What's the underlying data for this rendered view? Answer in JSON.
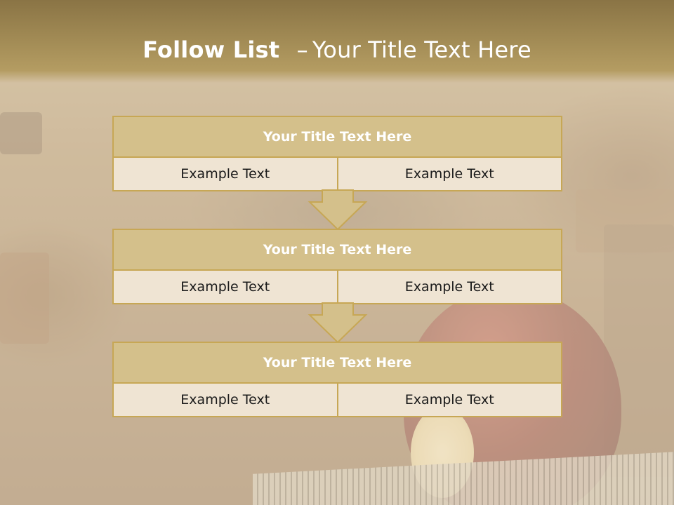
{
  "slide": {
    "title_bold": "Follow List",
    "title_dash": "–",
    "title_rest": "Your Title Text Here"
  },
  "colors": {
    "title_bar": "#a58e57",
    "block_header": "#d4c08b",
    "block_border": "#c7a755",
    "cell_fill": "#efe4d3",
    "arrow_fill": "#d4c08b"
  },
  "steps": [
    {
      "title": "Your Title Text Here",
      "left_text": "Example Text",
      "right_text": "Example Text"
    },
    {
      "title": "Your Title Text Here",
      "left_text": "Example Text",
      "right_text": "Example Text"
    },
    {
      "title": "Your Title Text Here",
      "left_text": "Example Text",
      "right_text": "Example Text"
    }
  ]
}
